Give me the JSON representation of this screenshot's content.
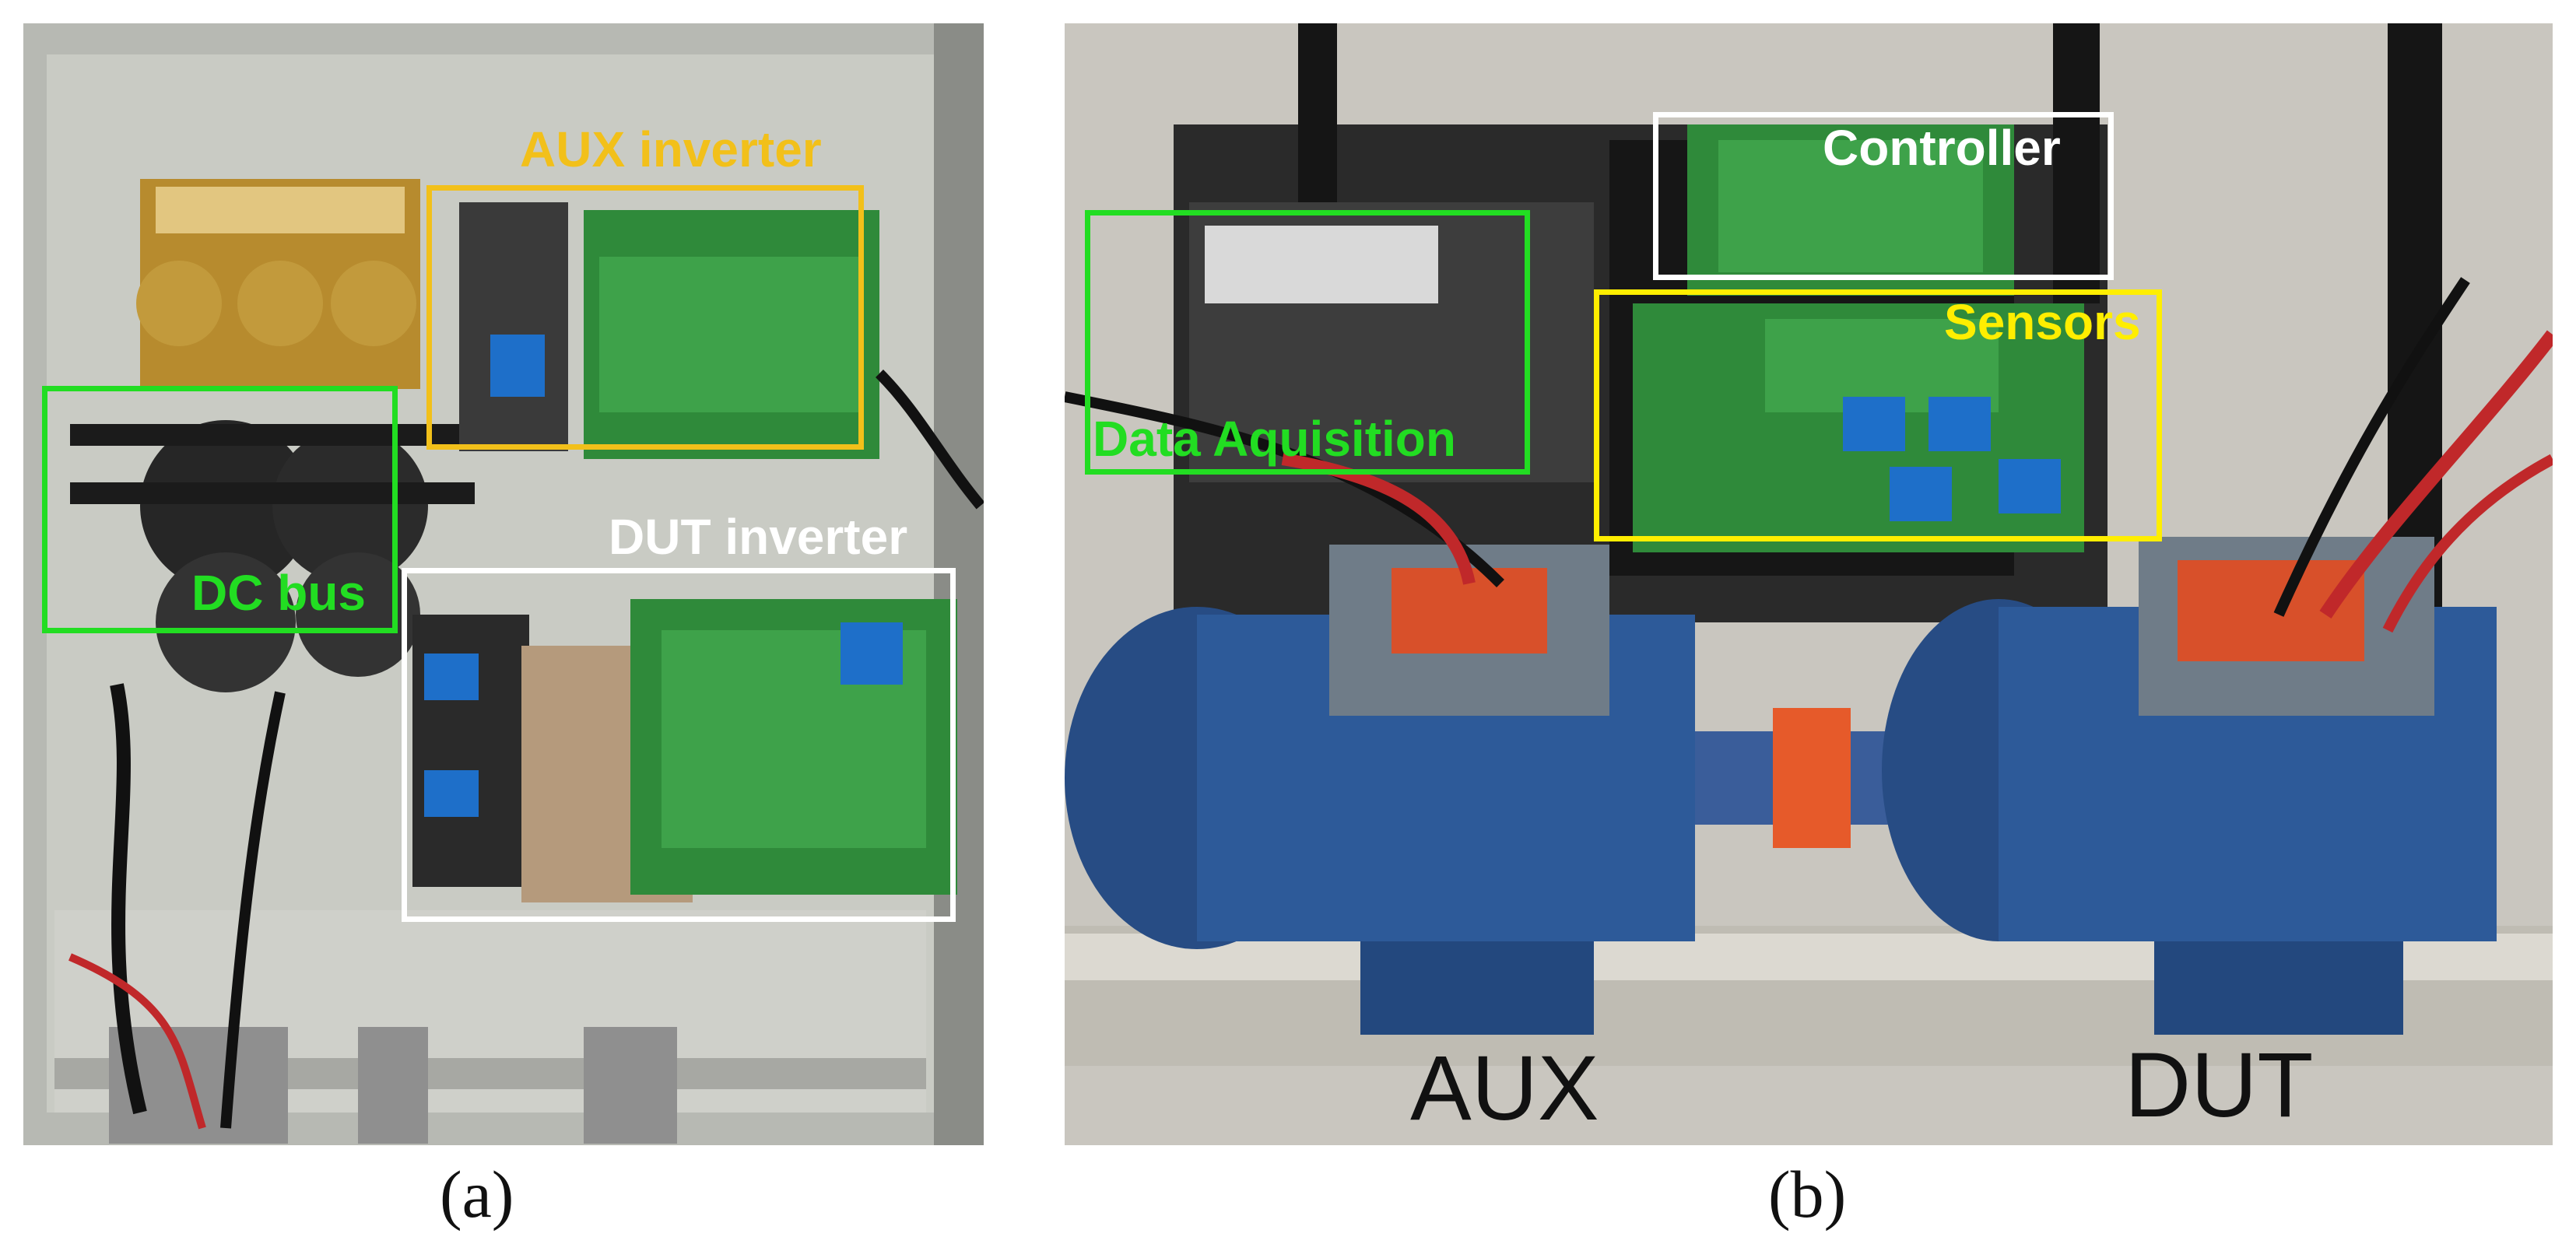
{
  "figure": {
    "panel_a": {
      "caption": "(a)",
      "labels": {
        "aux_inverter": "AUX inverter",
        "dut_inverter": "DUT inverter",
        "dc_bus": "DC bus"
      }
    },
    "panel_b": {
      "caption": "(b)",
      "labels": {
        "controller": "Controller",
        "sensors": "Sensors",
        "data_acquisition": "Data Aquisition",
        "aux_motor": "AUX",
        "dut_motor": "DUT"
      }
    }
  },
  "colors": {
    "aux_inverter_box": "#f2c01a",
    "dut_inverter_box": "#ffffff",
    "dc_bus_box": "#22dd22",
    "controller_box": "#ffffff",
    "sensors_box": "#ffee00",
    "data_acquisition_box": "#22dd22"
  }
}
